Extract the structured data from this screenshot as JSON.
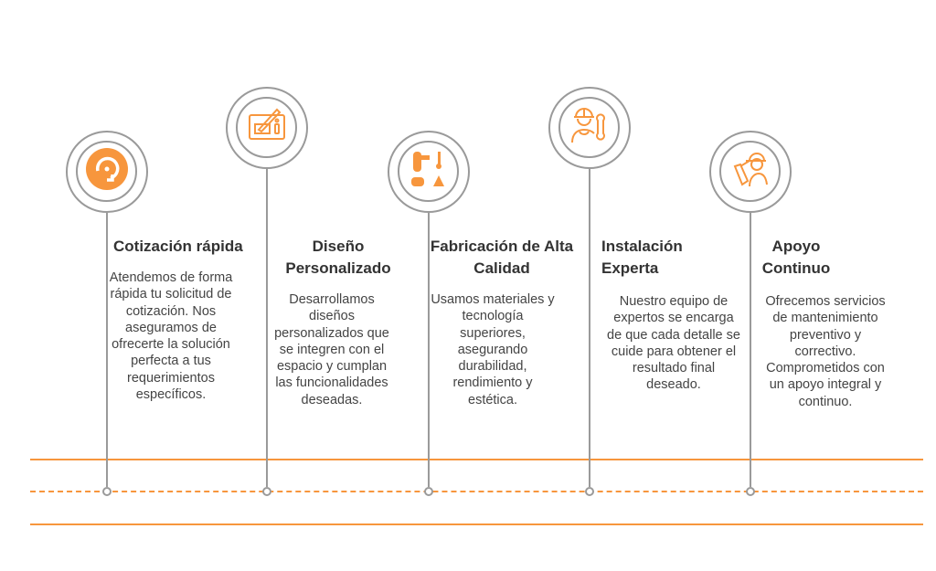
{
  "accent": "#f7963d",
  "steps": [
    {
      "title": "Cotización rápida",
      "icon": "quick-quote-icon",
      "text": "Atendemos de forma rápida tu solicitud de cotización. Nos aseguramos de ofrecerte la solución perfecta a tus requerimientos específicos."
    },
    {
      "title": "Diseño Personalizado",
      "icon": "design-tablet-icon",
      "text": "Desarrollamos diseños personalizados que se integren con el espacio y cumplan las funcionalidades deseadas."
    },
    {
      "title": "Fabricación de Alta Calidad",
      "icon": "robot-arm-icon",
      "text": "Usamos materiales y tecnología superiores, asegurando durabilidad, rendimiento y estética."
    },
    {
      "title": "Instalación Experta",
      "icon": "worker-wrench-icon",
      "text": "Nuestro equipo de expertos se encarga de que cada detalle se cuide para obtener el resultado final deseado."
    },
    {
      "title": "Apoyo Continuo",
      "icon": "worker-support-icon",
      "text": "Ofrecemos servicios de mantenimiento preventivo y correctivo. Comprometidos con un apoyo integral y continuo."
    }
  ]
}
